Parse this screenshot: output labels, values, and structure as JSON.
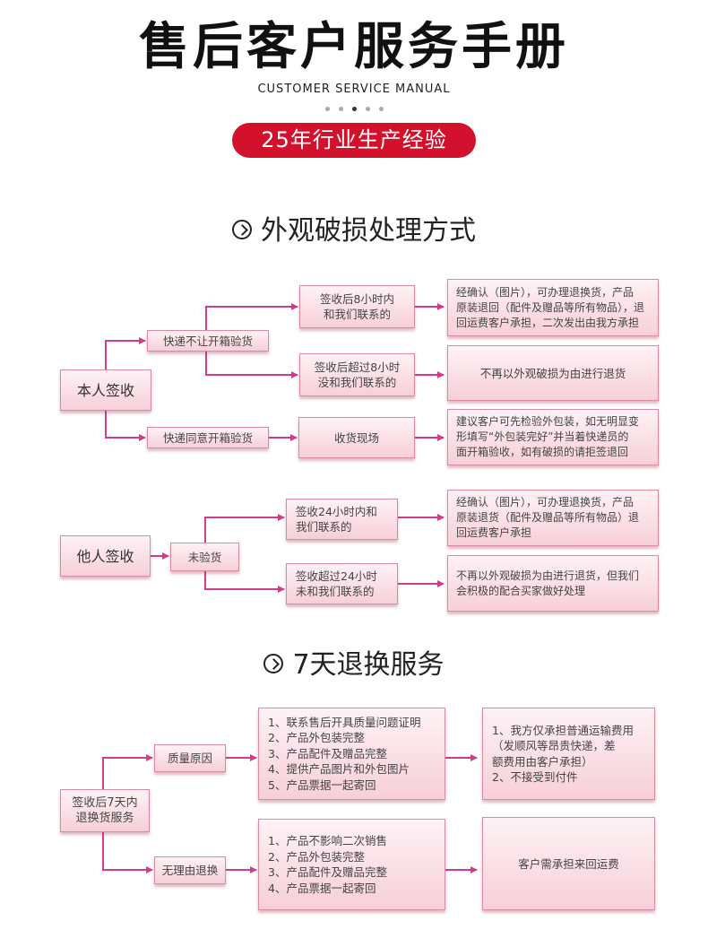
{
  "header": {
    "title": "售后客户服务手册",
    "subtitle": "CUSTOMER SERVICE MANUAL",
    "badge": "25年行业生产经验"
  },
  "section1": {
    "title": "外观破损处理方式",
    "self": {
      "root": "本人签收",
      "branch_a": "快递不让开箱验货",
      "a1": "签收后8小时内\n和我们联系的",
      "a1_result": "经确认（图片），可办理退换货，产品\n原装退回（配件及赠品等所有物品），退\n回运费客户承担，二次发出由我方承担",
      "a2": "签收后超过8小时\n没和我们联系的",
      "a2_result": "不再以外观破损为由进行退货",
      "branch_b": "快递同意开箱验货",
      "b1": "收货现场",
      "b1_result": "建议客户可先检验外包装，如无明显变\n形填写“外包装完好”并当着快递员的\n面开箱验收，如有破损的请拒签退回"
    },
    "other": {
      "root": "他人签收",
      "branch": "未验货",
      "c1": "签收24小时内和\n我们联系的",
      "c1_result": "经确认（图片），可办理退换货，产品\n原装退货（配件及赠品等所有物品）退\n回运费客户承担",
      "c2": "签收超过24小时\n未和我们联系的",
      "c2_result": "不再以外观破损为由进行退货，但我们\n会积极的配合买家做好处理"
    }
  },
  "section2": {
    "title": "7天退换服务",
    "root": "签收后7天内\n退换货服务",
    "quality": "质量原因",
    "quality_list": "1、联系售后开具质量问题证明\n2、产品外包装完整\n3、产品配件及赠品完整\n4、提供产品图片和外包图片\n5、产品票据一起寄回",
    "quality_result": "1、我方仅承担普通运输费用\n（发顺风等昂贵快递，差\n额费用由客户承担）\n2、不接受到付件",
    "noreason": "无理由退换",
    "noreason_list": "1、产品不影响二次销售\n2、产品外包装完整\n3、产品配件及赠品完整\n4、产品票据一起寄回",
    "noreason_result": "客户需承担来回运费"
  },
  "colors": {
    "accent": "#d3112d",
    "line": "#d63a8c",
    "box_border": "#dc8aa0"
  }
}
